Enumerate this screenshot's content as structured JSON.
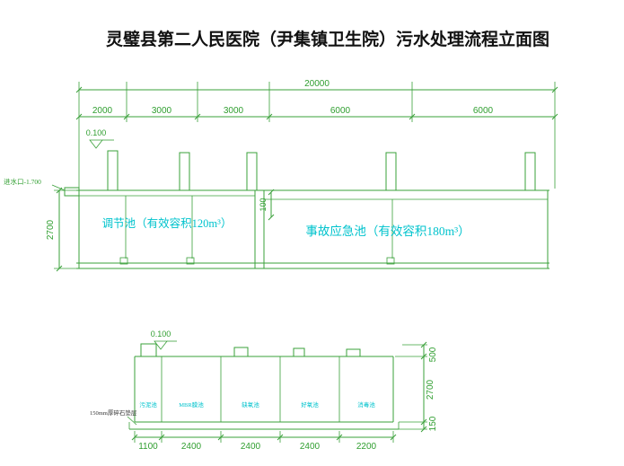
{
  "title": "灵璧县第二人民医院（尹集镇卫生院）污水处理流程立面图",
  "colors": {
    "line_green": "#3aa03a",
    "dim_text_green": "#2f9e2f",
    "tank_label_cyan": "#00c3cd",
    "title_black": "#111111"
  },
  "top": {
    "overall_dim": "20000",
    "dims": [
      "2000",
      "3000",
      "3000",
      "6000",
      "6000"
    ],
    "elevation": "0.100",
    "inlet": "进水口-1.700",
    "height_dim": "2700",
    "gap_dim": "100",
    "tank1": "调节池（有效容积120m³）",
    "tank2": "事故应急池（有效容积180m³）"
  },
  "bottom": {
    "elevation": "0.100",
    "compartments": [
      "污泥池",
      "MBR膜池",
      "缺氧池",
      "好氧池",
      "消毒池"
    ],
    "note": "150mm厚碎石垫层",
    "dims": [
      "1100",
      "2400",
      "2400",
      "2400",
      "2200"
    ],
    "right_dims": [
      "500",
      "2700",
      "150"
    ]
  }
}
